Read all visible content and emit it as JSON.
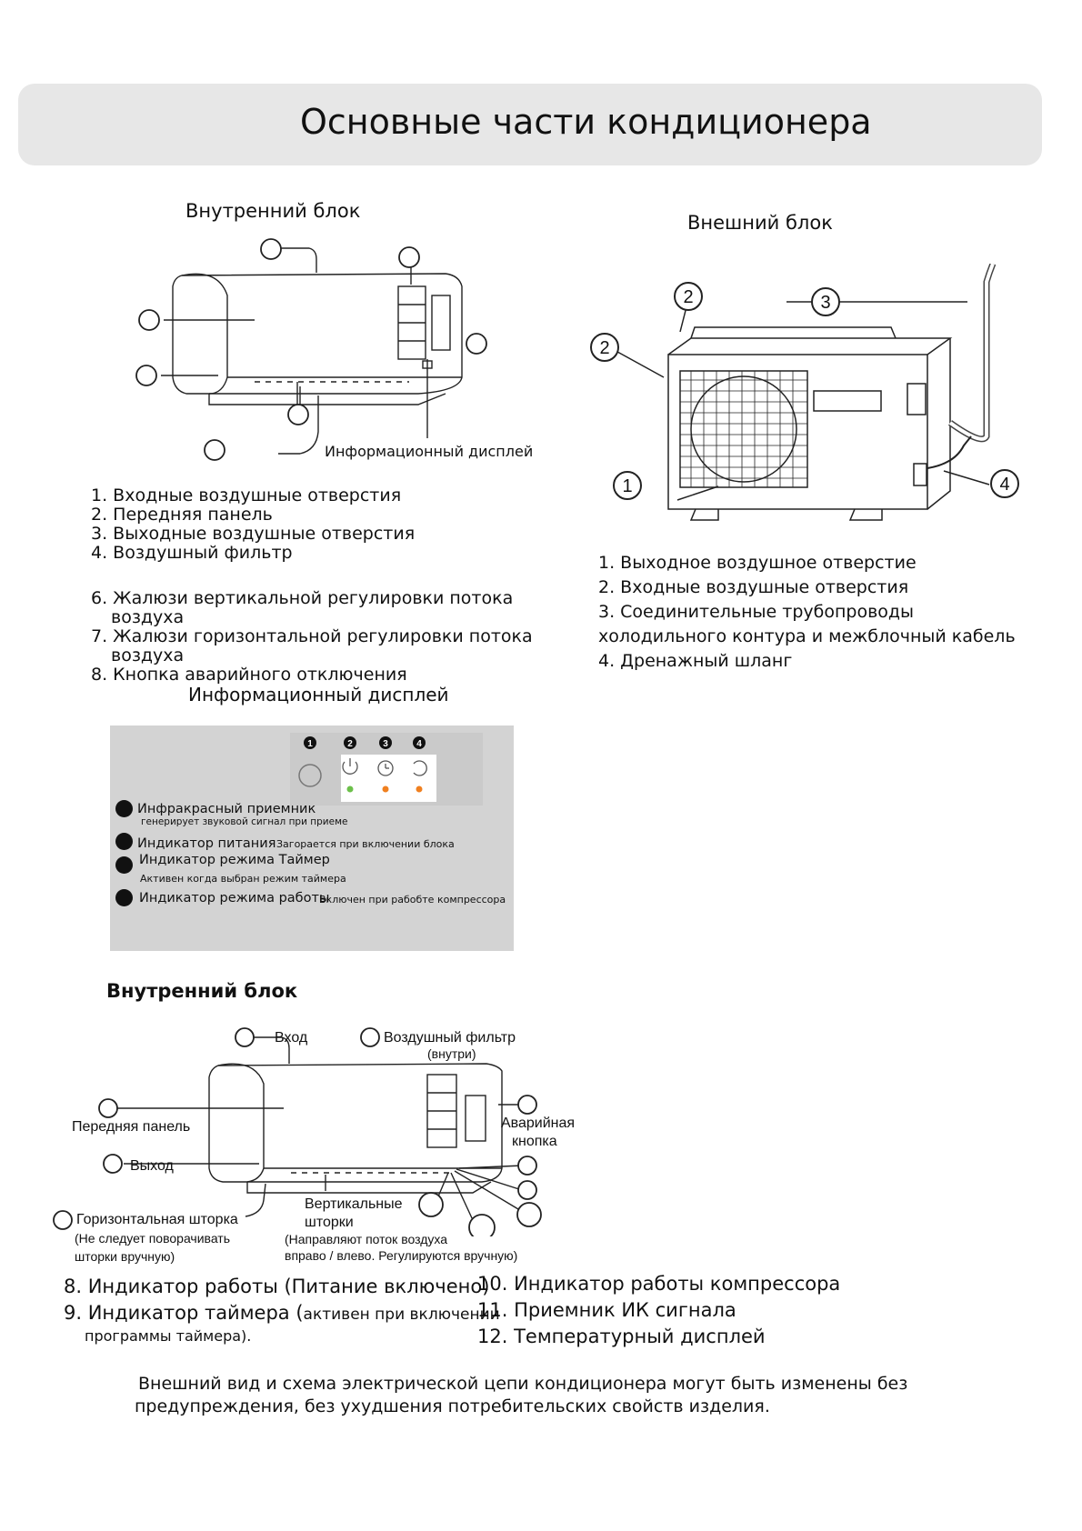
{
  "title": "Основные части кондиционера",
  "indoor_top": {
    "heading": "Внутренний блок",
    "display_label": "Информационный дисплей",
    "items_a": [
      "1. Входные воздушные отверстия",
      "2. Передняя панель",
      "3. Выходные воздушные отверстия",
      "4. Воздушный фильтр"
    ],
    "items_b": [
      "6. Жалюзи вертикальной регулировки потока",
      "воздуха",
      "7. Жалюзи горизонтальной регулировки потока",
      "воздуха",
      "8. Кнопка аварийного отключения"
    ]
  },
  "outdoor": {
    "heading": "Внешний блок",
    "callouts": [
      "1",
      "2",
      "2",
      "3",
      "4"
    ],
    "items": [
      "1.     Выходное воздушное отверстие",
      "2.     Входные воздушные отверстия",
      "3.    Соединительные трубопроводы",
      "холодильного контура и межблочный кабель",
      "4.    Дренажный шланг"
    ]
  },
  "display_panel": {
    "heading": "Информационный дисплей",
    "numbers": [
      "1",
      "2",
      "3",
      "4"
    ],
    "row1_main": "Инфракрасный приемник",
    "row1_sub": "генерирует звуковой сигнал при приеме",
    "row2_main": "Индикатор питания",
    "row2_sub": "Загорается при включении блока",
    "row3_main": "Индикатор режима   Таймер",
    "row3_sub": "Активен  когда выбран режим таймера",
    "row4_main": "Индикатор режима работы",
    "row4_sub": "Включен при рабобте компрессора",
    "colors": {
      "green": "#6cc04a",
      "orange": "#f08020"
    }
  },
  "indoor_bottom": {
    "heading": "Внутренний блок",
    "labels": {
      "inlet": "Вход",
      "filter": "Воздушный фильтр",
      "filter_sub": "(внутри)",
      "front_panel": "Передняя панель",
      "outlet": "Выход",
      "emergency_1": "Аварийная",
      "emergency_2": "кнопка",
      "vertical_1": "Вертикальные",
      "vertical_2": "шторки",
      "vertical_note_1": "(Направляют поток воздуха",
      "vertical_note_2": "вправо / влево. Регулируются вручную)",
      "horizontal": "Горизонтальная шторка",
      "horizontal_note_1": "(Не следует поворачивать",
      "horizontal_note_2": "шторки вручную)"
    },
    "items_left": {
      "i8": "8. Индикатор работы (Питание включено)",
      "i9_main": "9. Индикатор таймера (",
      "i9_small": "активен при включении",
      "i9_cont": "программы таймера)."
    },
    "items_right": [
      "10. Индикатор работы компрессора",
      "11. Приемник ИК сигнала",
      "12. Температурный дисплей"
    ]
  },
  "footer": [
    "Внешний вид и схема электрической цепи кондиционера могут быть изменены без",
    "предупреждения, без ухудшения потребительских свойств изделия."
  ]
}
